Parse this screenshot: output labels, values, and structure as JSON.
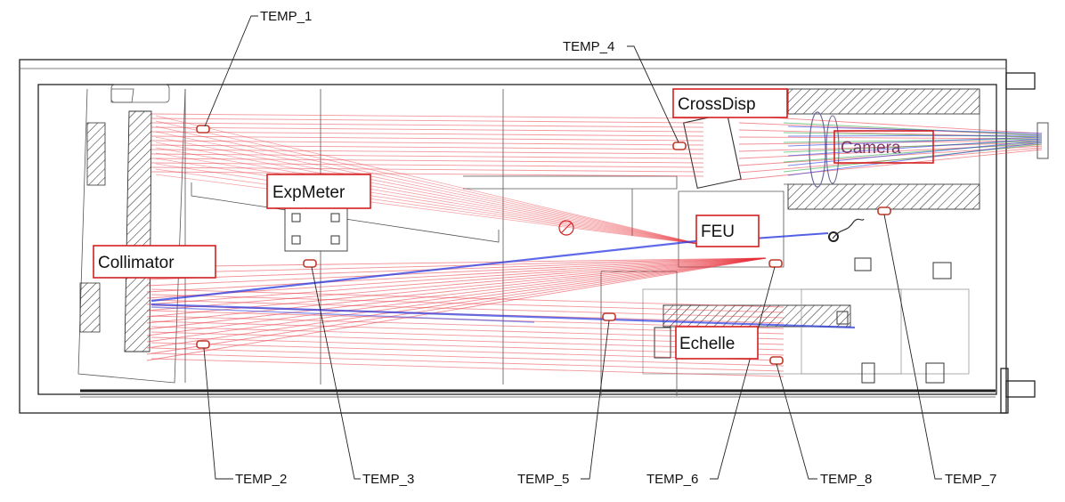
{
  "sensors": [
    {
      "id": "temp-1",
      "label": "TEMP_1"
    },
    {
      "id": "temp-2",
      "label": "TEMP_2"
    },
    {
      "id": "temp-3",
      "label": "TEMP_3"
    },
    {
      "id": "temp-4",
      "label": "TEMP_4"
    },
    {
      "id": "temp-5",
      "label": "TEMP_5"
    },
    {
      "id": "temp-6",
      "label": "TEMP_6"
    },
    {
      "id": "temp-7",
      "label": "TEMP_7"
    },
    {
      "id": "temp-8",
      "label": "TEMP_8"
    }
  ],
  "components": {
    "collimator": "Collimator",
    "expmeter": "ExpMeter",
    "crossdisp": "CrossDisp",
    "camera": "Camera",
    "feu": "FEU",
    "echelle": "Echelle"
  },
  "colors": {
    "ray_red": "#e8303a",
    "ray_blue": "#2838e0",
    "ray_green": "#2aa84a",
    "label_box": "#d42020",
    "sensor": "#c0392b"
  }
}
